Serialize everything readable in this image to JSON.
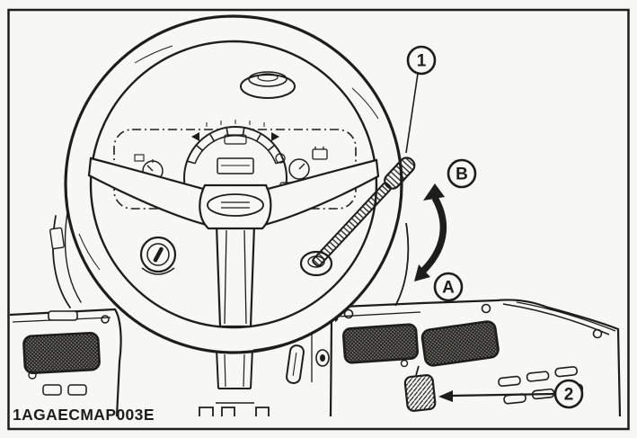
{
  "colors": {
    "ink": "#1d1d1b",
    "paper": "#f7f7f4",
    "pad": "#7e7d75"
  },
  "figure": {
    "code": "1AGAECMAP003E",
    "callouts": {
      "lever": "1",
      "pedal": "2",
      "position_b": "B",
      "position_a": "A"
    }
  }
}
